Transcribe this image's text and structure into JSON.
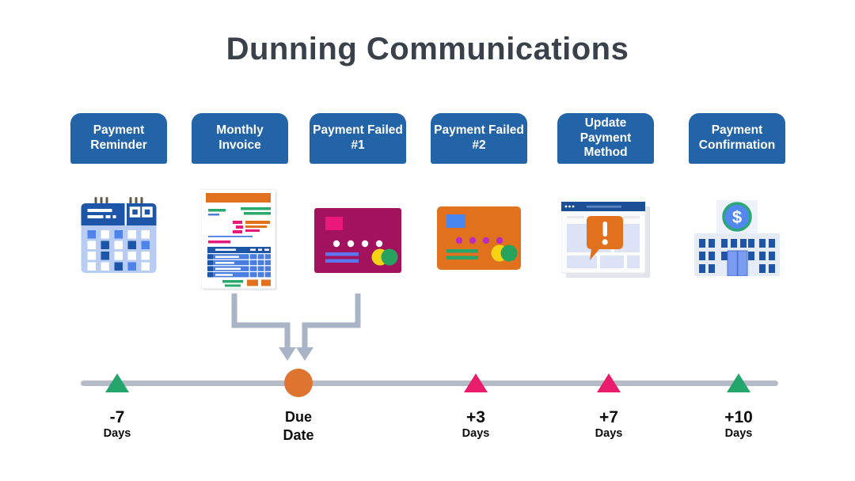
{
  "title": "Dunning Communications",
  "stages": [
    {
      "label": "Payment Reminder",
      "icon": "calendar-icon"
    },
    {
      "label": "Monthly Invoice",
      "icon": "invoice-icon"
    },
    {
      "label": "Payment Failed #1",
      "icon": "credit-card-magenta-icon"
    },
    {
      "label": "Payment Failed #2",
      "icon": "credit-card-orange-icon"
    },
    {
      "label": "Update Payment Method",
      "icon": "browser-alert-icon"
    },
    {
      "label": "Payment Confirmation",
      "icon": "bank-icon"
    }
  ],
  "icons": {
    "bank_dollar": "$"
  },
  "timeline": {
    "points": [
      {
        "value": "-7",
        "unit": "Days",
        "marker": "triangle-up",
        "color": "#24a56b"
      },
      {
        "value": "Due",
        "unit": "Date",
        "marker": "circle",
        "color": "#df7430"
      },
      {
        "value": "+3",
        "unit": "Days",
        "marker": "triangle-up",
        "color": "#ea1c6c"
      },
      {
        "value": "+7",
        "unit": "Days",
        "marker": "triangle-up",
        "color": "#ea1c6c"
      },
      {
        "value": "+10",
        "unit": "Days",
        "marker": "triangle-up",
        "color": "#24a56b"
      }
    ]
  },
  "palette": {
    "label_box_blue": "#2363a8",
    "title_text": "#3a414b",
    "timeline_bar_gray": "#b6bcc7",
    "arrow_gray": "#a9b4c6",
    "marker_green": "#24a56b",
    "marker_pink": "#ea1c6c",
    "marker_orange": "#df7430",
    "icon_dark_blue": "#1d55a8",
    "icon_medium_blue": "#4e83ea",
    "icon_light_blue": "#b9cdf4",
    "icon_orange": "#e2711d",
    "icon_magenta": "#a3125c",
    "icon_pink": "#ea1878",
    "icon_green": "#29a96b",
    "icon_yellow": "#f6d414"
  }
}
